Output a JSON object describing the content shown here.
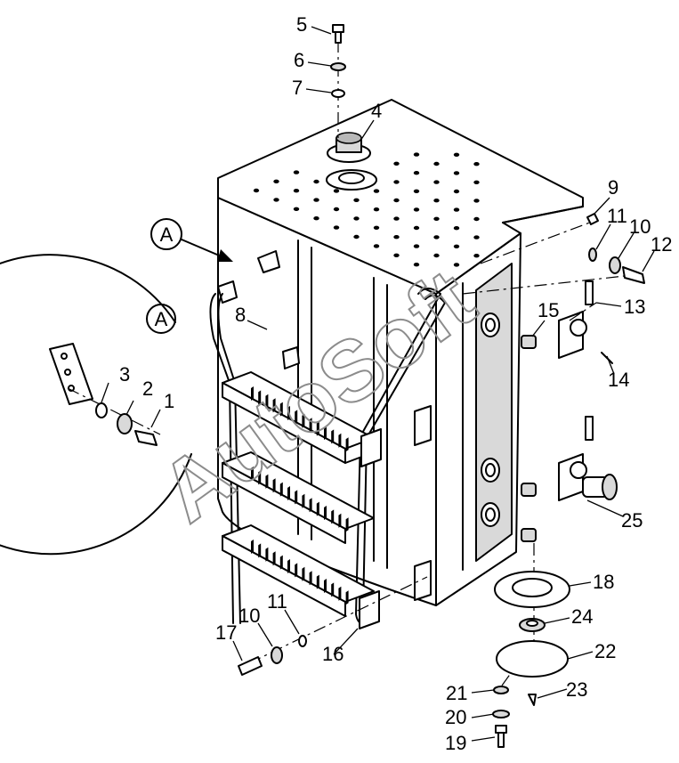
{
  "callout": {
    "view_letter": "A",
    "detail_letter": "A"
  },
  "labels": {
    "p1": "1",
    "p2": "2",
    "p3": "3",
    "p4": "4",
    "p5": "5",
    "p6": "6",
    "p7": "7",
    "p8": "8",
    "p9": "9",
    "p10": "10",
    "p10b": "10",
    "p11": "11",
    "p11b": "11",
    "p12": "12",
    "p13": "13",
    "p14": "14",
    "p15": "15",
    "p16": "16",
    "p17": "17",
    "p18": "18",
    "p19": "19",
    "p20": "20",
    "p21": "21",
    "p22": "22",
    "p23": "23",
    "p24": "24",
    "p25": "25"
  },
  "watermark": "AutoSoft"
}
